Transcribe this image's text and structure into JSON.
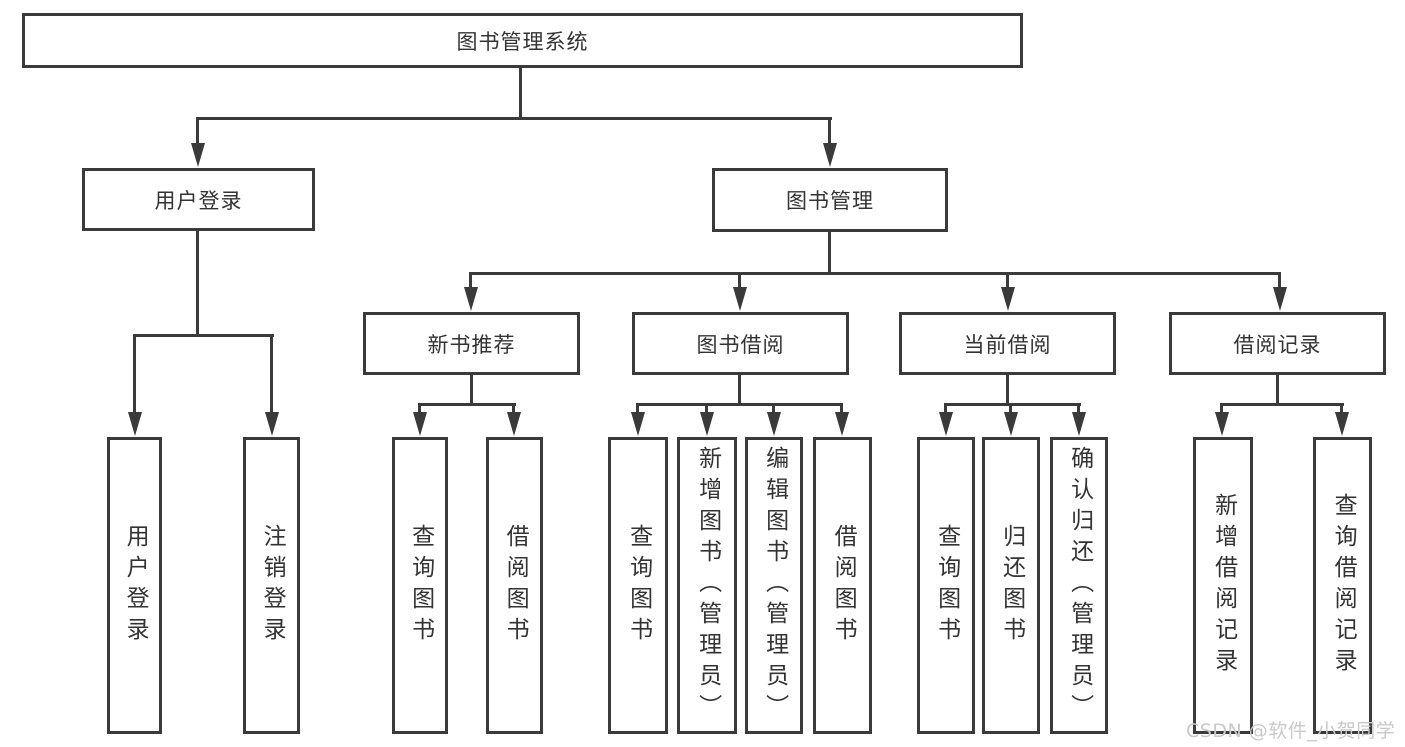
{
  "diagram": {
    "title": "图书管理系统",
    "root": {
      "label": "图书管理系统"
    },
    "branches": [
      {
        "label": "用户登录",
        "children": [
          "用户登录",
          "注销登录"
        ]
      },
      {
        "label": "图书管理",
        "groups": [
          {
            "label": "新书推荐",
            "children": [
              "查询图书",
              "借阅图书"
            ]
          },
          {
            "label": "图书借阅",
            "children": [
              "查询图书",
              "新增图书（管理员）",
              "编辑图书（管理员）",
              "借阅图书"
            ]
          },
          {
            "label": "当前借阅",
            "children": [
              "查询图书",
              "归还图书",
              "确认归还（管理员）"
            ]
          },
          {
            "label": "借阅记录",
            "children": [
              "新增借阅记录",
              "查询借阅记录"
            ]
          }
        ]
      }
    ],
    "watermark": "CSDN @软件_小贺同学",
    "colors": {
      "line": "#3a3a3a",
      "text": "#333333",
      "watermark": "#c9c9c9",
      "background": "#ffffff"
    }
  }
}
